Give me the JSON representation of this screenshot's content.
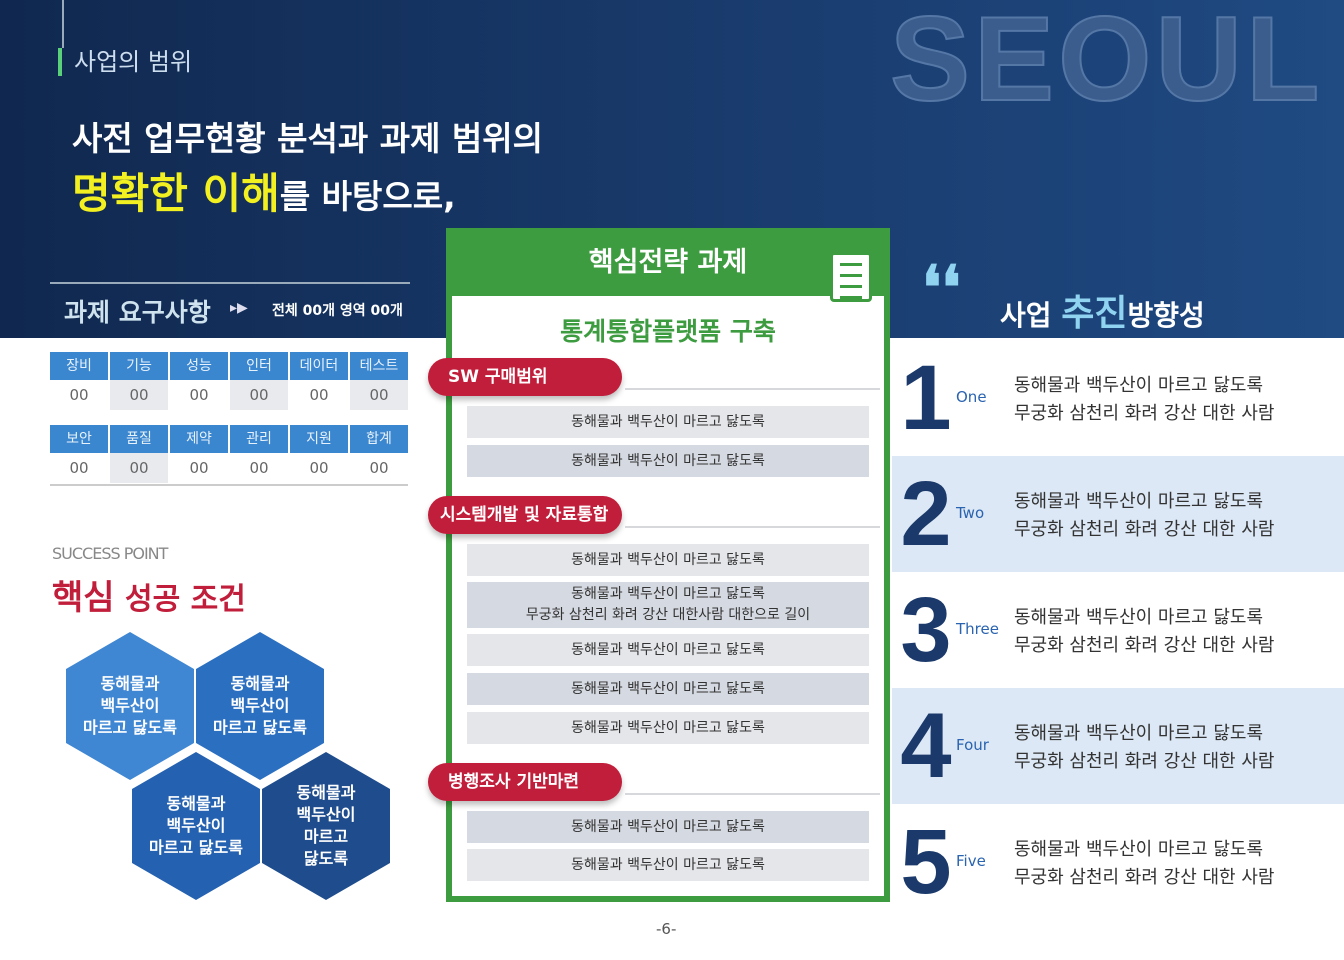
{
  "header": {
    "section": "사업의 범위",
    "watermark": "SEOUL",
    "line1": "사전 업무현황 분석과 과제 범위의",
    "line2_highlight": "명확한 이해",
    "line2_rest": "를 바탕으로,"
  },
  "requirements": {
    "title": "과제 요구사항",
    "arrow": "▸▶",
    "summary": "전체 00개 영역 00개",
    "row1": {
      "headers": [
        "장비",
        "기능",
        "성능",
        "인터",
        "데이터",
        "테스트"
      ],
      "values": [
        "00",
        "00",
        "00",
        "00",
        "00",
        "00"
      ]
    },
    "row2": {
      "headers": [
        "보안",
        "품질",
        "제약",
        "관리",
        "지원",
        "합계"
      ],
      "values": [
        "00",
        "00",
        "00",
        "00",
        "00",
        "00"
      ]
    }
  },
  "success": {
    "label": "SUCCESS POINT",
    "title_a": "핵심",
    "title_b": " 성공 조건",
    "hexes": [
      "동해물과\n백두산이\n마르고 닳도록",
      "동해물과\n백두산이\n마르고 닳도록",
      "동해물과\n백두산이\n마르고 닳도록",
      "동해물과\n백두산이\n마르고\n닳도록"
    ]
  },
  "strategy": {
    "title": "핵심전략 과제",
    "subtitle": "통계통합플랫폼 구축",
    "groups": [
      {
        "label": "SW 구매범위",
        "items": [
          "동해물과 백두산이 마르고 닳도록",
          "동해물과 백두산이 마르고 닳도록"
        ]
      },
      {
        "label": "시스템개발 및 자료통합",
        "items": [
          "동해물과 백두산이 마르고 닳도록",
          "동해물과 백두산이 마르고 닳도록\n무궁화 삼천리 화려 강산 대한사람 대한으로 길이",
          "동해물과 백두산이 마르고 닳도록",
          "동해물과 백두산이 마르고 닳도록",
          "동해물과 백두산이 마르고 닳도록"
        ]
      },
      {
        "label": "병행조사 기반마련",
        "items": [
          "동해물과 백두산이 마르고 닳도록",
          "동해물과 백두산이 마르고 닳도록"
        ]
      }
    ]
  },
  "direction": {
    "quote": "❛❛",
    "title_a": "사업 ",
    "title_b": "추진",
    "title_c": "방향성",
    "items": [
      {
        "num": "1",
        "word": "One",
        "line1": "동해물과 백두산이 마르고 닳도록",
        "line2": "무궁화 삼천리 화려 강산 대한 사람"
      },
      {
        "num": "2",
        "word": "Two",
        "line1": "동해물과 백두산이 마르고 닳도록",
        "line2": "무궁화 삼천리 화려 강산 대한 사람"
      },
      {
        "num": "3",
        "word": "Three",
        "line1": "동해물과 백두산이 마르고 닳도록",
        "line2": "무궁화 삼천리 화려 강산 대한 사람"
      },
      {
        "num": "4",
        "word": "Four",
        "line1": "동해물과 백두산이 마르고 닳도록",
        "line2": "무궁화 삼천리 화려 강산 대한 사람"
      },
      {
        "num": "5",
        "word": "Five",
        "line1": "동해물과 백두산이 마르고 닳도록",
        "line2": "무궁화 삼천리 화려 강산 대한 사람"
      }
    ]
  },
  "page": "-6-"
}
